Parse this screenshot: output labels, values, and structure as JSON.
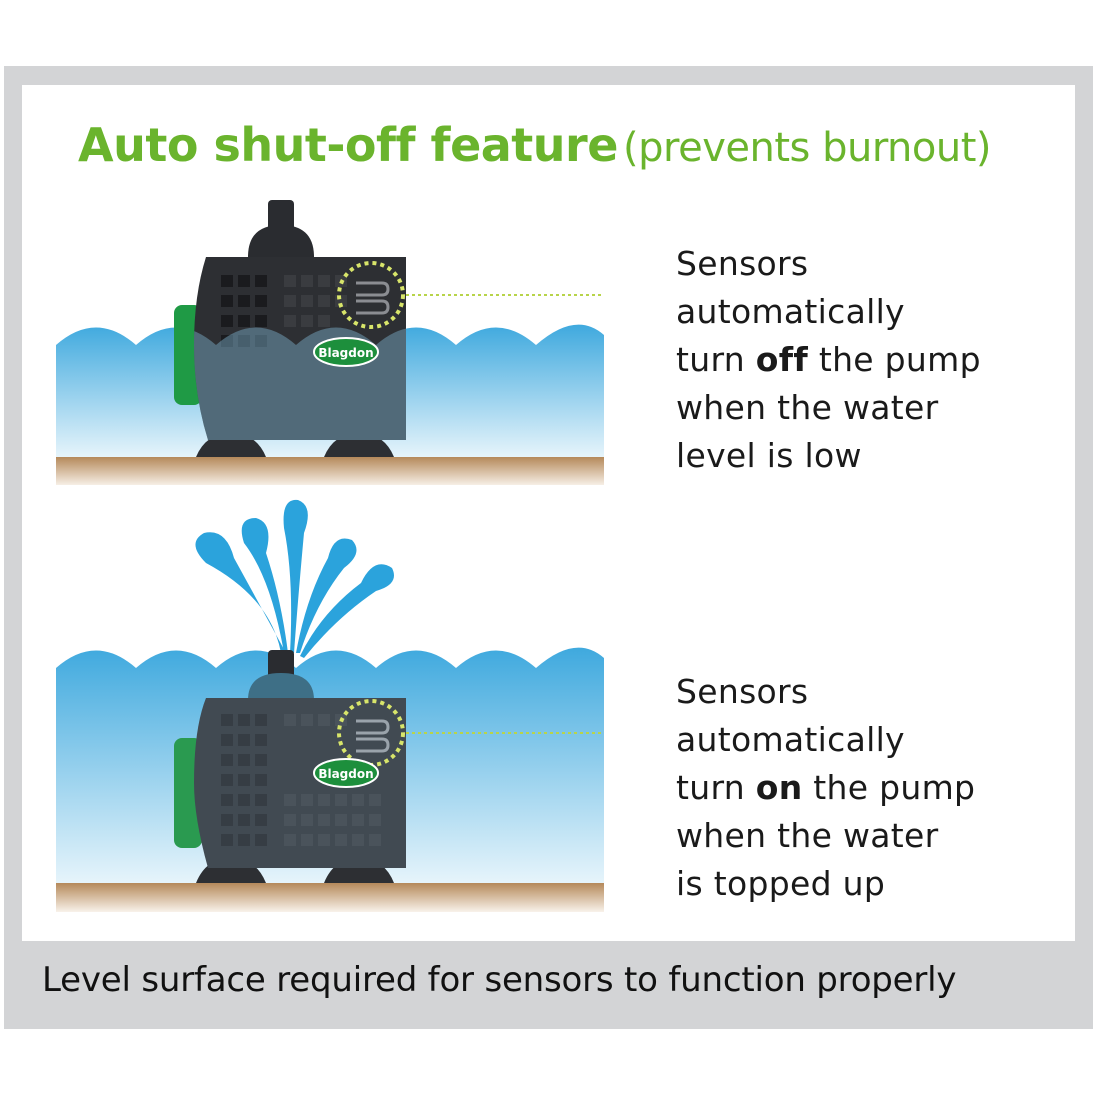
{
  "title": {
    "main": "Auto shut-off feature",
    "sub": "(prevents burnout)"
  },
  "panels": [
    {
      "state": "off",
      "brand_logo": "Blagdon",
      "icon": "pump-low-water-icon",
      "description": {
        "line1": "Sensors",
        "line2": "automatically",
        "line3_pre": "turn ",
        "line3_bold": "off",
        "line3_post": " the pump",
        "line4": "when the water",
        "line5": "level is low"
      }
    },
    {
      "state": "on",
      "brand_logo": "Blagdon",
      "icon": "pump-fountain-icon",
      "description": {
        "line1": "Sensors",
        "line2": "automatically",
        "line3_pre": "turn ",
        "line3_bold": "on",
        "line3_post": " the pump",
        "line4": "when the water",
        "line5": "is topped up"
      }
    }
  ],
  "footer": {
    "note": "Level surface required for sensors to function properly"
  },
  "colors": {
    "title_green": "#6ab42d",
    "frame_gray": "#d3d4d6",
    "water_blue": "#5bb8e6",
    "ground_brown": "#b08756",
    "pump_dark": "#2d2f33",
    "logo_green": "#1d8f3c",
    "sensor_ring": "#d8e56a"
  }
}
